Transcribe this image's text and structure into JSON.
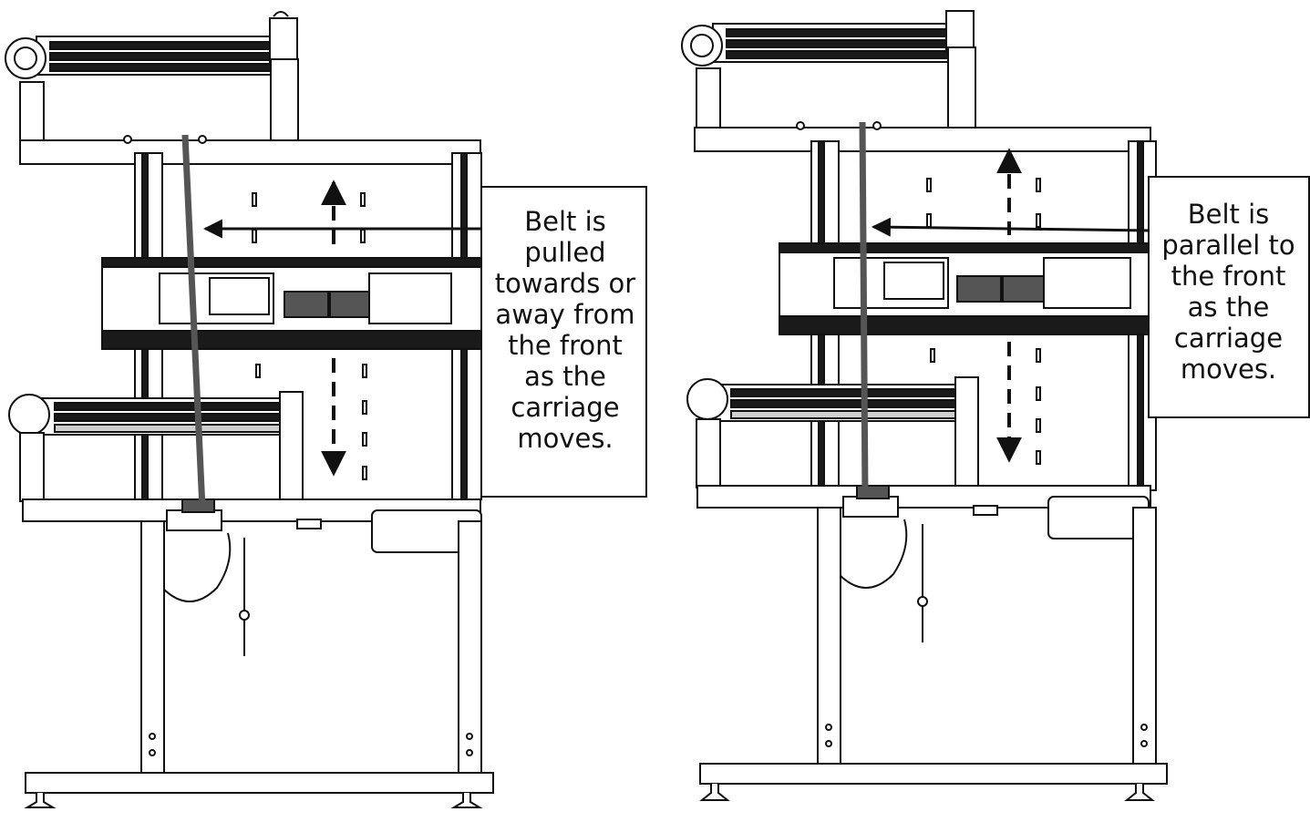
{
  "diagrams": [
    {
      "id": "left",
      "callout": "Belt is\npulled\ntowards or\naway from\nthe front\nas the\ncarriage\nmoves."
    },
    {
      "id": "right",
      "callout": "Belt is\nparallel to\nthe front\nas the\ncarriage\nmoves."
    }
  ],
  "colors": {
    "line": "#111111",
    "belt": "#555555",
    "rail_dark": "#1a1a1a",
    "rail_light": "#cfcfcf",
    "panel": "#ffffff"
  }
}
